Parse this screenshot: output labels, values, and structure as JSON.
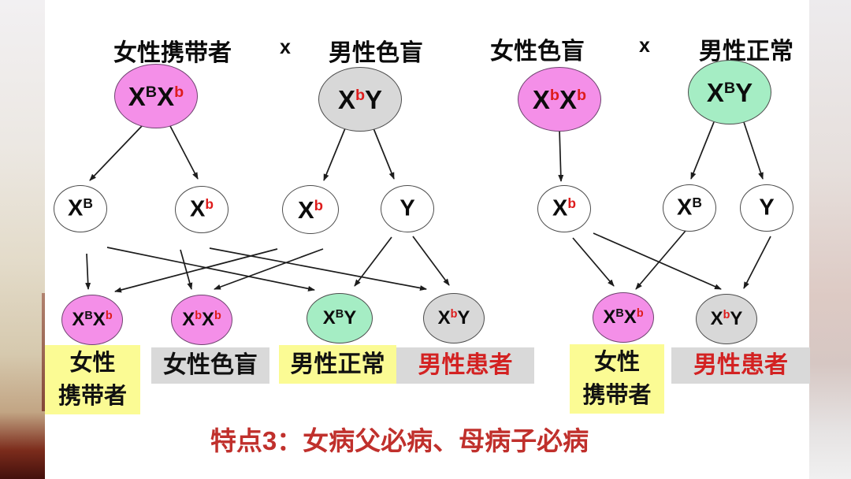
{
  "palette": {
    "carrier_pink": "#F48FE8",
    "normal_green": "#A5EDC4",
    "affected_gray": "#D8D8D8",
    "highlight_yellow": "#FBFB94",
    "label_gray": "#D9D9D9",
    "allele_red": "#DE1C1C",
    "affected_text_red": "#D32222",
    "caption_red": "#C0302C"
  },
  "left": {
    "mother_label": "女性携带者",
    "cross_symbol": "x",
    "father_label": "男性色盲",
    "mother_geno": {
      "b1": "X",
      "s1": "B",
      "s1_style": "color:#101010",
      "b2": "X",
      "s2": "b",
      "s2_style": "color:#de1c1c"
    },
    "father_geno": {
      "b1": "X",
      "s1": "b",
      "s1_style": "color:#de1c1c",
      "b2": "Y",
      "s2": "",
      "s2_style": ""
    },
    "gametes": [
      {
        "b": "X",
        "s": "B",
        "s_style": "color:#101010"
      },
      {
        "b": "X",
        "s": "b",
        "s_style": "color:#de1c1c"
      },
      {
        "b": "X",
        "s": "b",
        "s_style": "color:#de1c1c"
      },
      {
        "b": "Y",
        "s": "",
        "s_style": ""
      }
    ],
    "offspring": [
      {
        "b1": "X",
        "s1": "B",
        "s1_style": "color:#101010",
        "b2": "X",
        "s2": "b",
        "s2_style": "color:#de1c1c"
      },
      {
        "b1": "X",
        "s1": "b",
        "s1_style": "color:#de1c1c",
        "b2": "X",
        "s2": "b",
        "s2_style": "color:#de1c1c"
      },
      {
        "b1": "X",
        "s1": "B",
        "s1_style": "color:#101010",
        "b2": "Y",
        "s2": "",
        "s2_style": ""
      },
      {
        "b1": "X",
        "s1": "b",
        "s1_style": "color:#de1c1c",
        "b2": "Y",
        "s2": "",
        "s2_style": ""
      }
    ],
    "results": [
      {
        "line1": "女性",
        "line2": "携带者"
      },
      {
        "line1": "女性色盲",
        "line2": ""
      },
      {
        "line1": "男性正常",
        "line2": ""
      },
      {
        "line1": "男性患者",
        "line2": ""
      }
    ]
  },
  "right": {
    "mother_label": "女性色盲",
    "cross_symbol": "x",
    "father_label": "男性正常",
    "mother_geno": {
      "b1": "X",
      "s1": "b",
      "s1_style": "color:#de1c1c",
      "b2": "X",
      "s2": "b",
      "s2_style": "color:#de1c1c"
    },
    "father_geno": {
      "b1": "X",
      "s1": "B",
      "s1_style": "color:#101010",
      "b2": "Y",
      "s2": "",
      "s2_style": ""
    },
    "gametes": [
      {
        "b": "X",
        "s": "b",
        "s_style": "color:#de1c1c"
      },
      {
        "b": "X",
        "s": "B",
        "s_style": "color:#101010"
      },
      {
        "b": "Y",
        "s": "",
        "s_style": ""
      }
    ],
    "offspring": [
      {
        "b1": "X",
        "s1": "B",
        "s1_style": "color:#101010",
        "b2": "X",
        "s2": "b",
        "s2_style": "color:#de1c1c"
      },
      {
        "b1": "X",
        "s1": "b",
        "s1_style": "color:#de1c1c",
        "b2": "Y",
        "s2": "",
        "s2_style": ""
      }
    ],
    "results": [
      {
        "line1": "女性",
        "line2": "携带者"
      },
      {
        "line1": "男性患者",
        "line2": ""
      }
    ]
  },
  "caption": "特点3：女病父必病、母病子必病"
}
